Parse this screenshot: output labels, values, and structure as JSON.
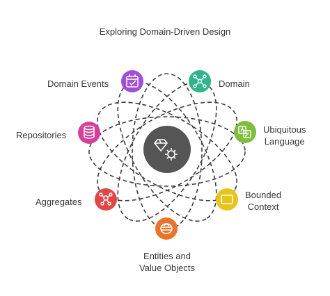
{
  "title": "Exploring Domain-Driven Design",
  "center": {
    "icon": "gem-gear-icon",
    "color": "#555555"
  },
  "nodes": [
    {
      "key": "domain-events",
      "label": "Domain Events",
      "label2": "",
      "color": "#a24fd3",
      "icon": "calendar-check-icon"
    },
    {
      "key": "domain",
      "label": "Domain",
      "label2": "",
      "color": "#2fb48c",
      "icon": "people-network-icon"
    },
    {
      "key": "ubiquitous-language",
      "label": "Ubiquitous",
      "label2": "Language",
      "color": "#7fbd3c",
      "icon": "translate-icon"
    },
    {
      "key": "bounded-context",
      "label": "Bounded",
      "label2": "Context",
      "color": "#e8c41c",
      "icon": "rectangle-icon"
    },
    {
      "key": "entities-value-objects",
      "label": "Entities and",
      "label2": "Value Objects",
      "color": "#e8752c",
      "icon": "entity-layers-icon"
    },
    {
      "key": "aggregates",
      "label": "Aggregates",
      "label2": "",
      "color": "#e04848",
      "icon": "aggregate-network-icon"
    },
    {
      "key": "repositories",
      "label": "Repositories",
      "label2": "",
      "color": "#d6409b",
      "icon": "database-icon"
    }
  ]
}
